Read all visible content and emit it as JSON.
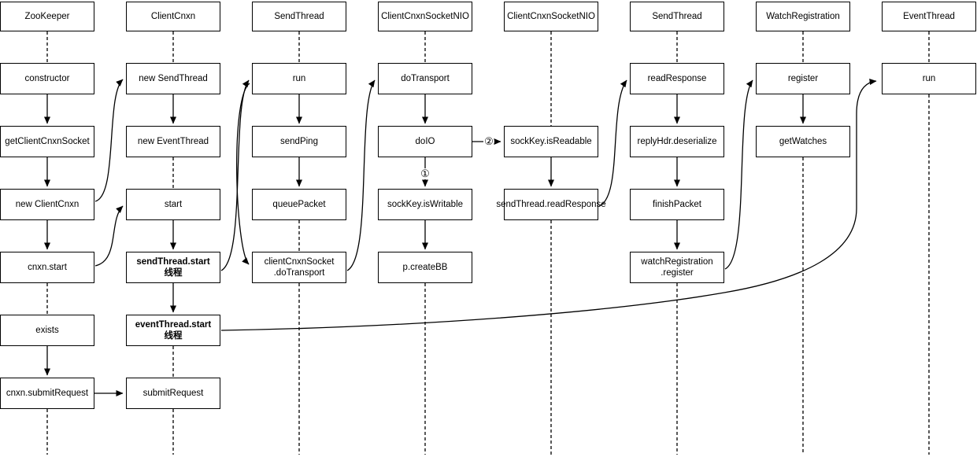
{
  "diagram": {
    "columns": [
      {
        "title": "ZooKeeper",
        "items": [
          {
            "label": "constructor"
          },
          {
            "label": "getClientCnxnSocket"
          },
          {
            "label": "new ClientCnxn"
          },
          {
            "label": "cnxn.start"
          },
          {
            "label": "exists"
          },
          {
            "label": "cnxn.submitRequest"
          }
        ]
      },
      {
        "title": "ClientCnxn",
        "items": [
          {
            "label": "new SendThread"
          },
          {
            "label": "new EventThread"
          },
          {
            "label": "start"
          },
          {
            "label": "sendThread.start",
            "label2": "线程",
            "bold": true
          },
          {
            "label": "eventThread.start",
            "label2": "线程",
            "bold": true
          },
          {
            "label": "submitRequest"
          }
        ]
      },
      {
        "title": "SendThread",
        "items": [
          {
            "label": "run"
          },
          {
            "label": "sendPing"
          },
          {
            "label": "queuePacket"
          },
          {
            "label": "clientCnxnSocket",
            "label2": ".doTransport"
          }
        ]
      },
      {
        "title": "ClientCnxnSocketNIO",
        "items": [
          {
            "label": "doTransport"
          },
          {
            "label": "doIO"
          },
          {
            "label": "sockKey.isWritable"
          },
          {
            "label": "p.createBB"
          }
        ]
      },
      {
        "title": "ClientCnxnSocketNIO",
        "items": [
          {
            "label": "sockKey.isReadable"
          },
          {
            "label": "sendThread.readResponse"
          }
        ]
      },
      {
        "title": "SendThread",
        "items": [
          {
            "label": "readResponse"
          },
          {
            "label": "replyHdr.deserialize"
          },
          {
            "label": "finishPacket"
          },
          {
            "label": "watchRegistration",
            "label2": ".register"
          }
        ]
      },
      {
        "title": "WatchRegistration",
        "items": [
          {
            "label": "register"
          },
          {
            "label": "getWatches"
          }
        ]
      },
      {
        "title": "EventThread",
        "items": [
          {
            "label": "run"
          }
        ]
      }
    ],
    "annotations": {
      "step1": "①",
      "step2": "②"
    },
    "colors": {
      "stroke": "#000000",
      "background": "#ffffff",
      "text": "#000000"
    }
  }
}
